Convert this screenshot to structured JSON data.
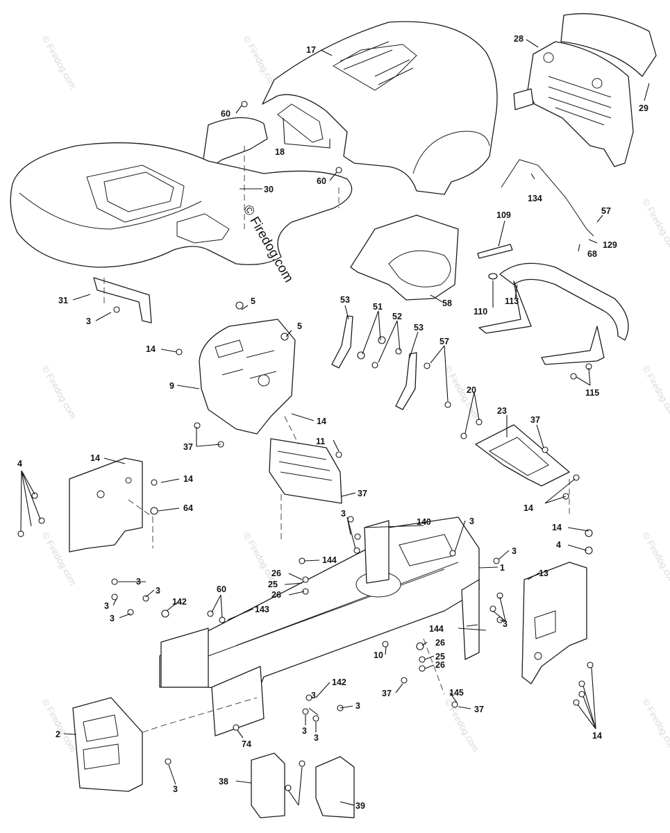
{
  "watermark": {
    "main": "© Firedog.com",
    "faint": "© Firedog.com"
  },
  "callouts": [
    {
      "id": "c17",
      "label": "17"
    },
    {
      "id": "c28",
      "label": "28"
    },
    {
      "id": "c29",
      "label": "29"
    },
    {
      "id": "c60a",
      "label": "60"
    },
    {
      "id": "c18",
      "label": "18"
    },
    {
      "id": "c60b",
      "label": "60"
    },
    {
      "id": "c30",
      "label": "30"
    },
    {
      "id": "c134",
      "label": "134"
    },
    {
      "id": "c57a",
      "label": "57"
    },
    {
      "id": "c129",
      "label": "129"
    },
    {
      "id": "c68",
      "label": "68"
    },
    {
      "id": "c109",
      "label": "109"
    },
    {
      "id": "c58",
      "label": "58"
    },
    {
      "id": "c110",
      "label": "110"
    },
    {
      "id": "c113",
      "label": "113"
    },
    {
      "id": "c31",
      "label": "31"
    },
    {
      "id": "c3a",
      "label": "3"
    },
    {
      "id": "c5a",
      "label": "5"
    },
    {
      "id": "c5b",
      "label": "5"
    },
    {
      "id": "c53a",
      "label": "53"
    },
    {
      "id": "c51",
      "label": "51"
    },
    {
      "id": "c52",
      "label": "52"
    },
    {
      "id": "c53b",
      "label": "53"
    },
    {
      "id": "c57b",
      "label": "57"
    },
    {
      "id": "c14a",
      "label": "14"
    },
    {
      "id": "c9",
      "label": "9"
    },
    {
      "id": "c115",
      "label": "115"
    },
    {
      "id": "c14b",
      "label": "14"
    },
    {
      "id": "c37a",
      "label": "37"
    },
    {
      "id": "c20",
      "label": "20"
    },
    {
      "id": "c23",
      "label": "23"
    },
    {
      "id": "c37b",
      "label": "37"
    },
    {
      "id": "c14c",
      "label": "14"
    },
    {
      "id": "c11",
      "label": "11"
    },
    {
      "id": "c14d",
      "label": "14"
    },
    {
      "id": "c14e",
      "label": "14"
    },
    {
      "id": "c4a",
      "label": "4"
    },
    {
      "id": "c64",
      "label": "64"
    },
    {
      "id": "c37c",
      "label": "37"
    },
    {
      "id": "c3b",
      "label": "3"
    },
    {
      "id": "c140",
      "label": "140"
    },
    {
      "id": "c3c",
      "label": "3"
    },
    {
      "id": "c14f",
      "label": "14"
    },
    {
      "id": "c4b",
      "label": "4"
    },
    {
      "id": "c3d",
      "label": "3"
    },
    {
      "id": "c144a",
      "label": "144"
    },
    {
      "id": "c26a",
      "label": "26"
    },
    {
      "id": "c25a",
      "label": "25"
    },
    {
      "id": "c26b",
      "label": "26"
    },
    {
      "id": "c1",
      "label": "1"
    },
    {
      "id": "c13",
      "label": "13"
    },
    {
      "id": "c3e",
      "label": "3"
    },
    {
      "id": "c3f",
      "label": "3"
    },
    {
      "id": "c3g",
      "label": "3"
    },
    {
      "id": "c3h",
      "label": "3"
    },
    {
      "id": "c60c",
      "label": "60"
    },
    {
      "id": "c142a",
      "label": "142"
    },
    {
      "id": "c143",
      "label": "143"
    },
    {
      "id": "c3i",
      "label": "3"
    },
    {
      "id": "c144b",
      "label": "144"
    },
    {
      "id": "c10",
      "label": "10"
    },
    {
      "id": "c26c",
      "label": "26"
    },
    {
      "id": "c25b",
      "label": "25"
    },
    {
      "id": "c26d",
      "label": "26"
    },
    {
      "id": "c37d",
      "label": "37"
    },
    {
      "id": "c142b",
      "label": "142"
    },
    {
      "id": "c145",
      "label": "145"
    },
    {
      "id": "c3j",
      "label": "3"
    },
    {
      "id": "c3k",
      "label": "3"
    },
    {
      "id": "c37e",
      "label": "37"
    },
    {
      "id": "c2",
      "label": "2"
    },
    {
      "id": "c3l",
      "label": "3"
    },
    {
      "id": "c3m",
      "label": "3"
    },
    {
      "id": "c74",
      "label": "74"
    },
    {
      "id": "c14g",
      "label": "14"
    },
    {
      "id": "c3n",
      "label": "3"
    },
    {
      "id": "c38",
      "label": "38"
    },
    {
      "id": "c39",
      "label": "39"
    }
  ]
}
